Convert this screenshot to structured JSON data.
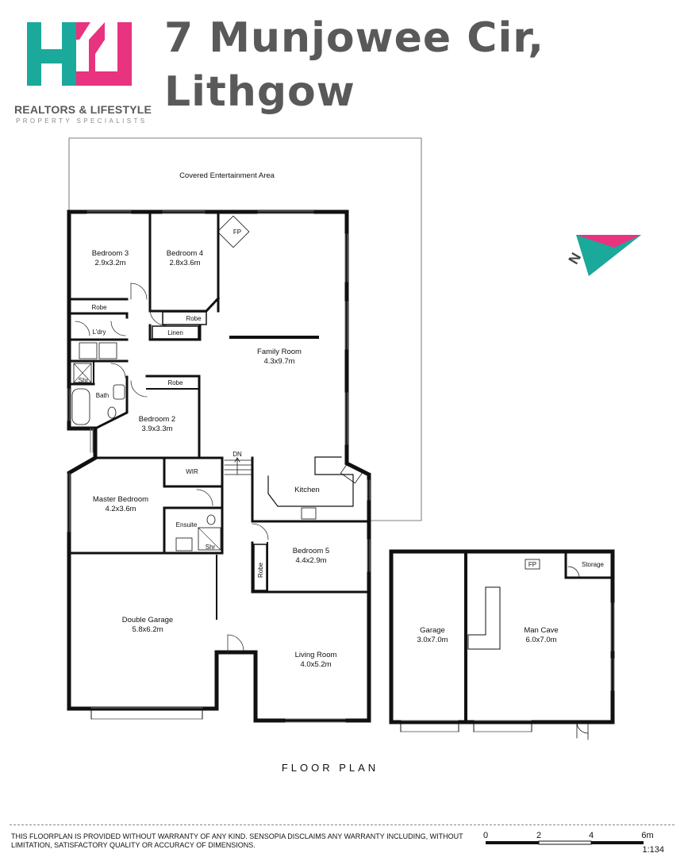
{
  "header": {
    "address_line1": "7 Munjowee Cir,",
    "address_line2": "Lithgow"
  },
  "logo": {
    "tagline": "REALTORS & LIFESTYLE",
    "subtitle": "PROPERTY SPECIALISTS",
    "colors": {
      "teal": "#1aa99b",
      "pink": "#e8337f"
    }
  },
  "rooms": {
    "covered": "Covered Entertainment Area",
    "bed3_name": "Bedroom 3",
    "bed3_size": "2.9x3.2m",
    "bed4_name": "Bedroom 4",
    "bed4_size": "2.8x3.6m",
    "fp": "FP",
    "robe": "Robe",
    "linen": "Linen",
    "laundry": "L'dry",
    "shower": "Shr",
    "bath": "Bath",
    "family_name": "Family Room",
    "family_size": "4.3x9.7m",
    "bed2_name": "Bedroom 2",
    "bed2_size": "3.9x3.3m",
    "dn": "DN",
    "wir": "WIR",
    "kitchen": "Kitchen",
    "master_name": "Master Bedroom",
    "master_size": "4.2x3.6m",
    "ensuite": "Ensuite",
    "bed5_name": "Bedroom 5",
    "bed5_size": "4.4x2.9m",
    "dgarage_name": "Double Garage",
    "dgarage_size": "5.8x6.2m",
    "living_name": "Living Room",
    "living_size": "4.0x5.2m",
    "garage_name": "Garage",
    "garage_size": "3.0x7.0m",
    "mancave_name": "Man Cave",
    "mancave_size": "6.0x7.0m",
    "storage": "Storage"
  },
  "plan_caption": "FLOOR PLAN",
  "disclaimer": "This floorplan is provided without warranty of any kind. Sensopia disclaims any warranty including, without limitation, satisfactory quality or accuracy of dimensions.",
  "scale": {
    "t0": "0",
    "t2": "2",
    "t4": "4",
    "t6": "6m",
    "ratio": "1:134"
  },
  "north_label": "N"
}
